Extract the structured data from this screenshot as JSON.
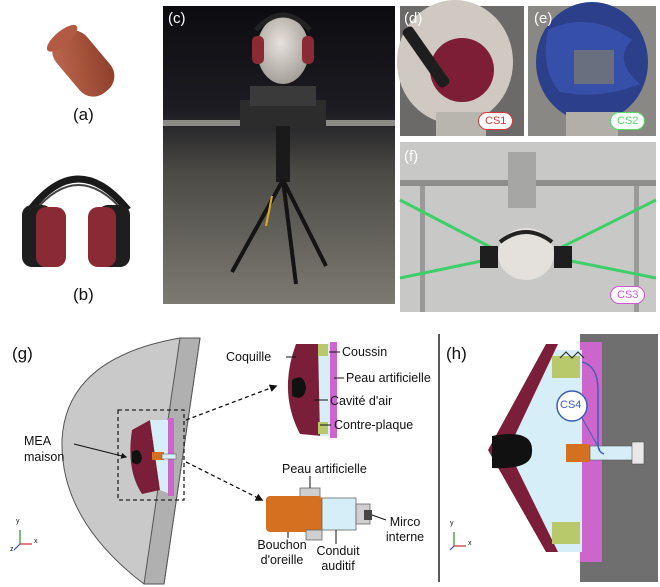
{
  "panels": {
    "a": "(a)",
    "b": "(b)",
    "c": "(c)",
    "d": "(d)",
    "e": "(e)",
    "f": "(f)",
    "g": "(g)",
    "h": "(h)"
  },
  "badges": {
    "cs1": "CS1",
    "cs2": "CS2",
    "cs3": "CS3",
    "cs4": "CS4"
  },
  "colors": {
    "cs1": "#d23a3a",
    "cs2": "#55d96a",
    "cs3": "#d455d4",
    "cs4": "#3a5fb0",
    "shell": "#7a1e3a",
    "cushion": "#b7c96a",
    "skin": "#cc66cc",
    "air": "#d6eef7",
    "earplug": "#d4701f",
    "head": "#c8c8c8"
  },
  "labels_g": {
    "coquille": "Coquille",
    "coussin": "Coussin",
    "peau": "Peau artificielle",
    "cavite": "Cavité d'air",
    "contre": "Contre-plaque",
    "mea_1": "MEA",
    "mea_2": "maison",
    "peau2": "Peau artificielle",
    "bouchon_1": "Bouchon",
    "bouchon_2": "d'oreille",
    "conduit_1": "Conduit",
    "conduit_2": "auditif",
    "mirco_1": "Mirco",
    "mirco_2": "interne"
  },
  "axes": {
    "x": "x",
    "y": "y",
    "z": "z"
  }
}
